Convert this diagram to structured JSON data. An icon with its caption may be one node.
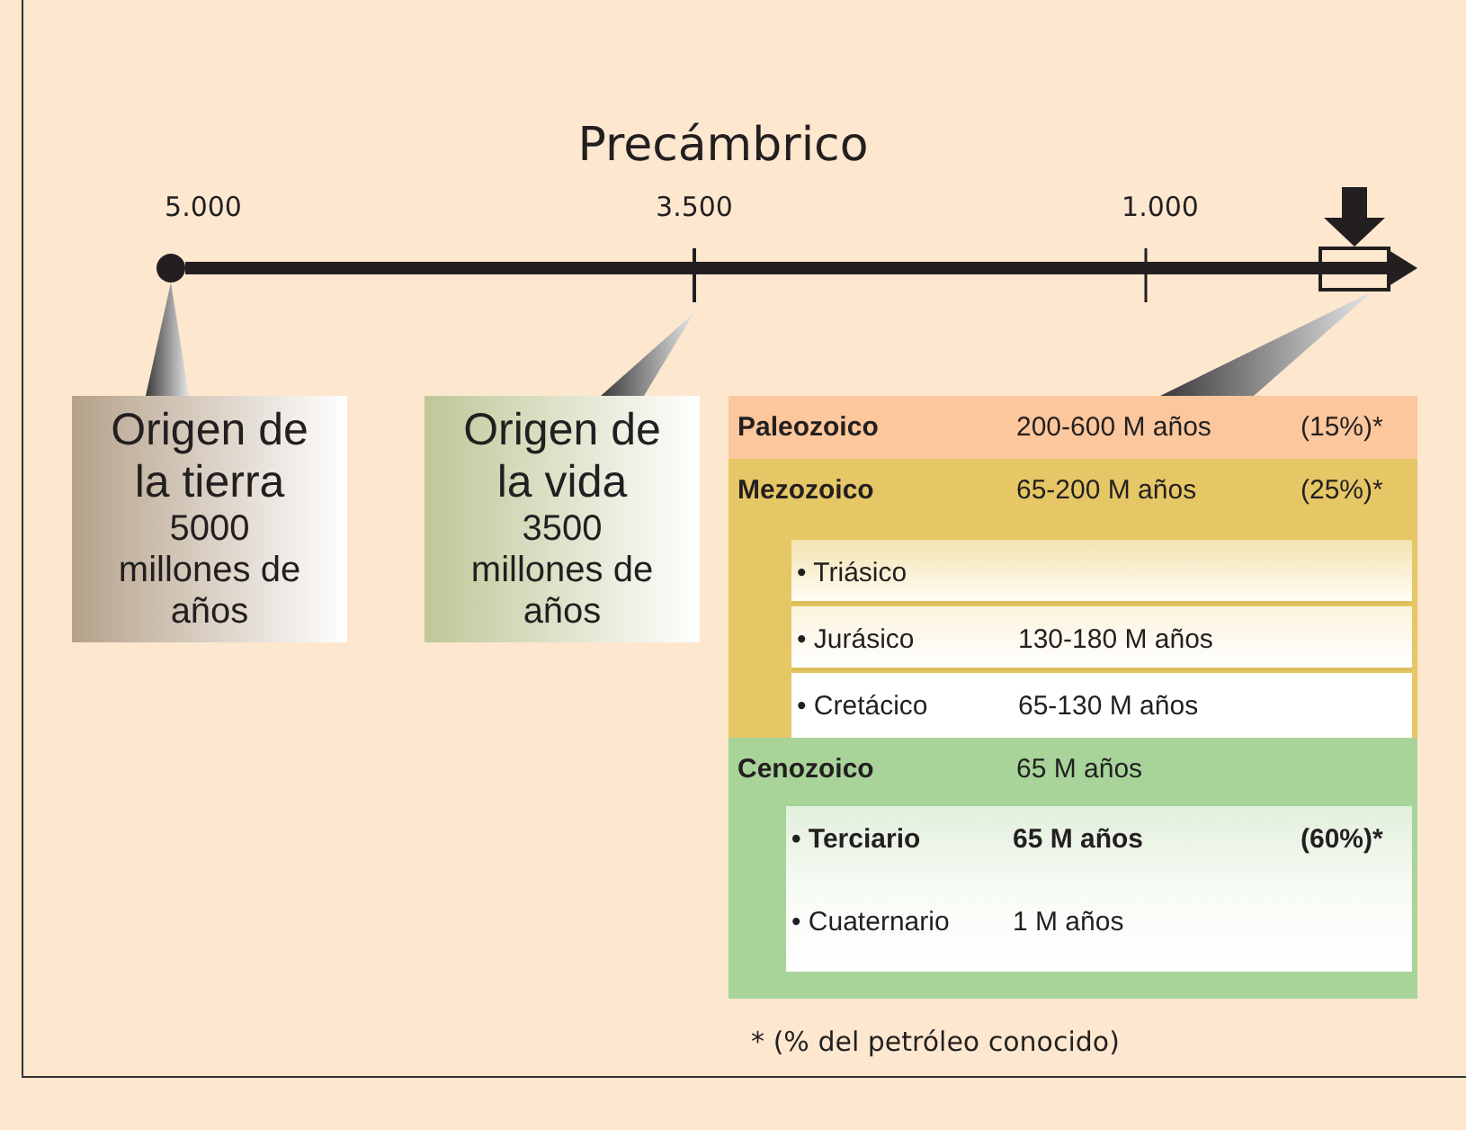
{
  "diagram": {
    "nodes": [
      {
        "text": [],
        "shape": "circle"
      },
      {
        "text": [],
        "shape": "bar"
      },
      {
        "text": [],
        "shape": "box"
      },
      {
        "text": [
          "Origen de la tierra",
          "5000 millones de años"
        ]
      },
      {
        "text": [
          "Origen de la vida",
          "3500 millones de años"
        ]
      },
      {
        "text": [
          "Paleozoico",
          "200-600 M años",
          "(15%)*"
        ]
      },
      {
        "text": [
          "Mezozoico",
          "65-200 M años",
          "(25%)*"
        ]
      },
      {
        "text": [
          "• Triásico"
        ],
        "in": 6
      },
      {
        "text": [
          "• Jurásico",
          "130-180 M años"
        ],
        "in": 6
      },
      {
        "text": [
          "• Cretácico",
          "65-130 M años"
        ],
        "in": 6
      },
      {
        "text": [
          "Cenozoico",
          "65 M años"
        ]
      },
      {
        "text": [
          "• Terciario",
          "65 M años",
          "(60%)*"
        ],
        "in": 10
      },
      {
        "text": [
          "• Cuaternario",
          "1 M años"
        ],
        "in": 10
      }
    ],
    "edges": [
      {
        "from": 3,
        "to": 0,
        "arrow": "none"
      },
      {
        "from": 4,
        "to": 1,
        "arrow": "none"
      },
      {
        "from": 5,
        "to": 2,
        "arrow": "none"
      },
      {
        "from": null,
        "to": 2,
        "arrow": "to",
        "style": "thick"
      },
      {
        "from": 0,
        "to": 2,
        "arrow": "to"
      }
    ],
    "labels": [
      "Precámbrico",
      "5.000",
      "3.500",
      "1.000",
      "* (% del petróleo conocido)"
    ]
  }
}
